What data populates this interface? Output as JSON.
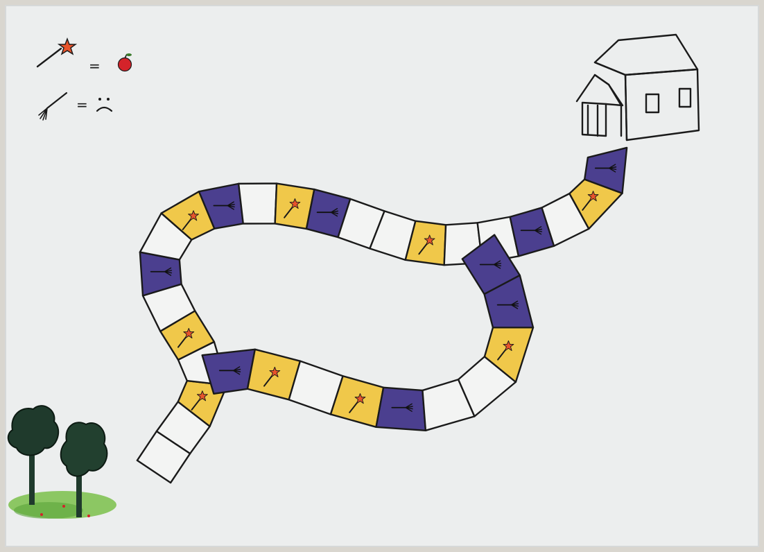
{
  "board": {
    "paper_color": "#eceeee",
    "paper_shadow": "#d6d9d9",
    "ink_color": "#1a1a1a",
    "start_label": "",
    "finish_label": ""
  },
  "legend": {
    "items": [
      {
        "icon": "magic-wand-icon",
        "sign": "=",
        "meaning_icon": "apple-icon"
      },
      {
        "icon": "broom-icon",
        "sign": "=",
        "meaning_icon": "sad-face-icon"
      }
    ]
  },
  "colors": {
    "wand_square": "#f0c84a",
    "broom_square": "#4b3f8f",
    "blank_square": "#f3f4f3",
    "star": "#e8542b",
    "apple": "#d4232a",
    "tree_canopy": "#1f3a2c",
    "grass": "#7bbf4a"
  },
  "path_squares": [
    "blank",
    "blank",
    "wand",
    "blank",
    "wand",
    "blank",
    "broom",
    "blank",
    "wand",
    "broom",
    "blank",
    "wand",
    "broom",
    "blank",
    "blank",
    "wand",
    "blank",
    "blank",
    "broom",
    "blank",
    "wand",
    "broom",
    "broom",
    "wand",
    "blank",
    "wand",
    "broom",
    "blank",
    "blank",
    "wand",
    "broom",
    "broom"
  ]
}
